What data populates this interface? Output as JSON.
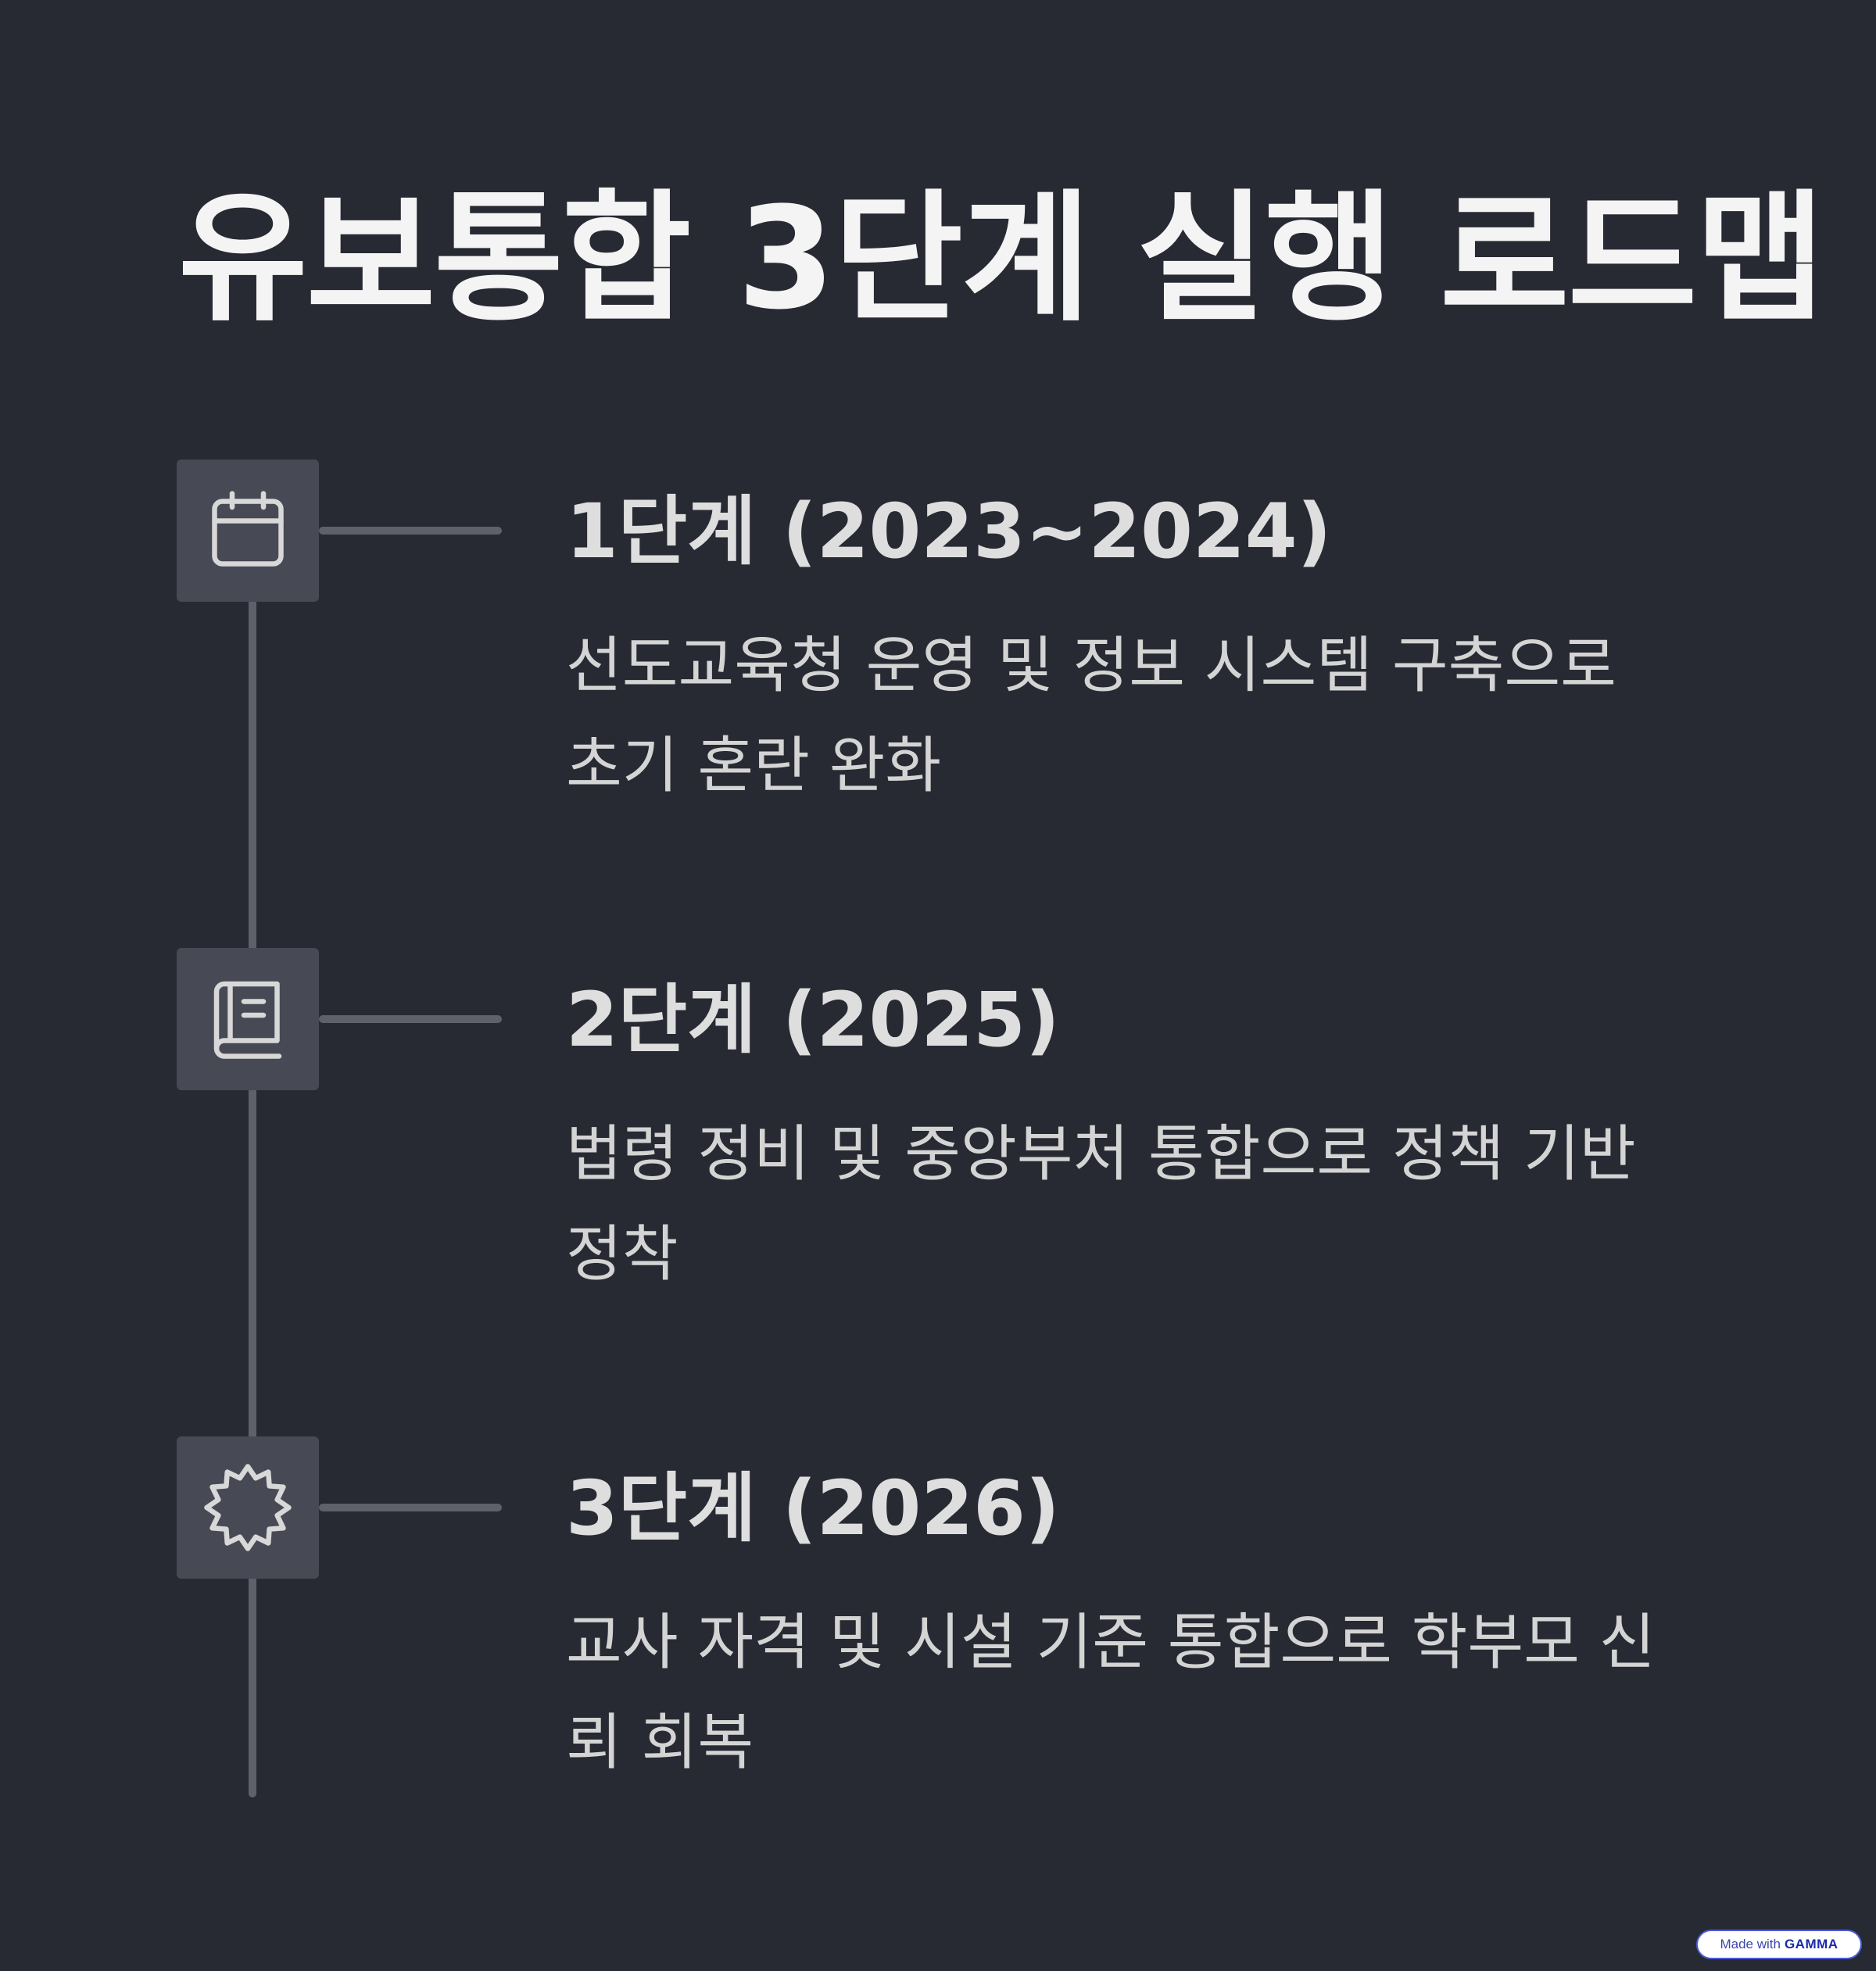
{
  "title": "유보통합 3단계 실행 로드맵",
  "steps": [
    {
      "title": "1단계 (2023~2024)",
      "description": "선도교육청 운영 및 정보 시스템 구축으로 초기 혼란 완화",
      "icon": "calendar-icon"
    },
    {
      "title": "2단계 (2025)",
      "description": "법령 정비 및 중앙부처 통합으로 정책 기반 정착",
      "icon": "book-icon"
    },
    {
      "title": "3단계 (2026)",
      "description": "교사 자격 및 시설 기준 통합으로 학부모 신뢰 회복",
      "icon": "badge-icon"
    }
  ],
  "badge": {
    "prefix": "Made with",
    "brand": "GAMMA"
  },
  "colors": {
    "background": "#282a33",
    "icon_box": "#474a54",
    "line": "#5e616b",
    "icon_stroke": "#d8d8d8"
  }
}
